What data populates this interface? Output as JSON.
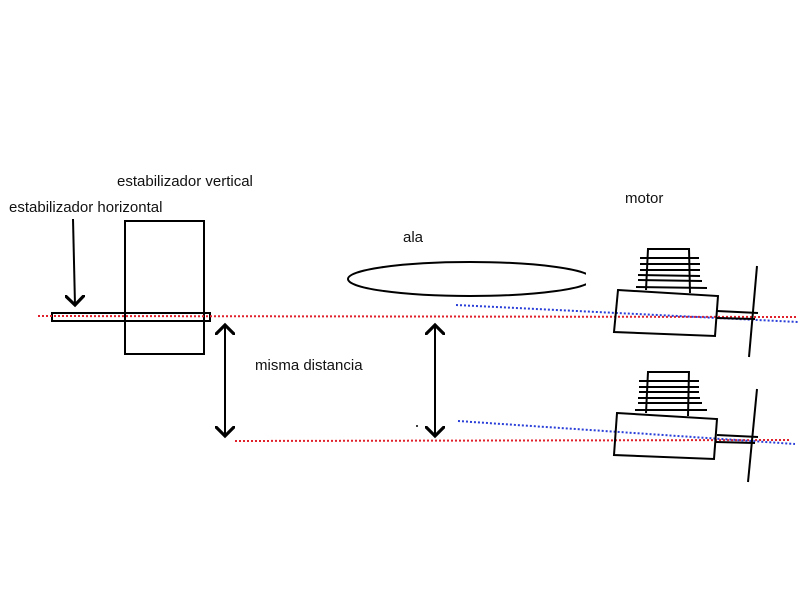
{
  "labels": {
    "vertical_stabilizer": "estabilizador vertical",
    "horizontal_stabilizer": "estabilizador horizontal",
    "wing": "ala",
    "motor": "motor",
    "same_distance": "misma distancia"
  },
  "colors": {
    "reference_line": "#e0202a",
    "thrust_line": "#2a3fd8",
    "stroke": "#000000"
  }
}
